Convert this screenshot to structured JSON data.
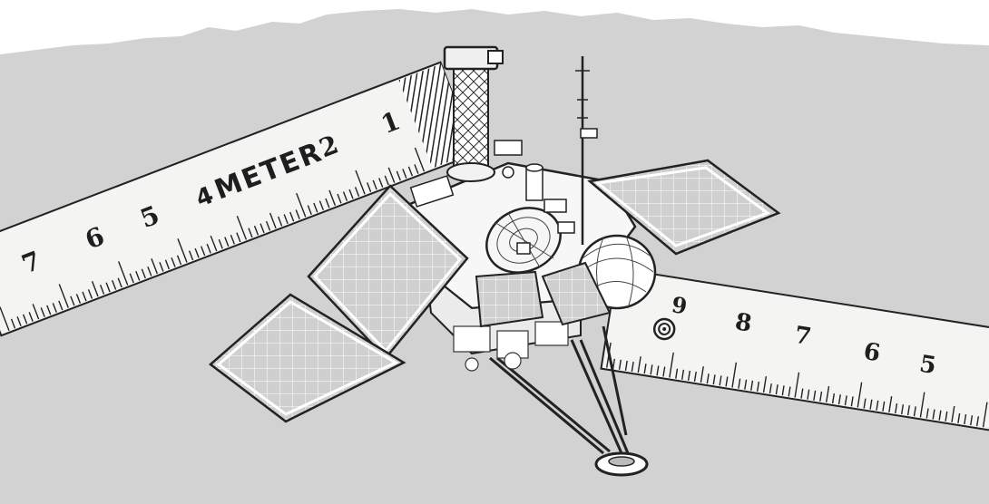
{
  "colors": {
    "page_background": "#ffffff",
    "paper": "#d2d2d2",
    "ruler": "#f4f4f2",
    "ink": "#1e1e1e",
    "panel": "#c8c8c8"
  },
  "ruler_left": {
    "unit_label": "METER",
    "label_prefix": "4",
    "numbers": [
      "1",
      "2",
      "5",
      "6",
      "7"
    ]
  },
  "ruler_right": {
    "numbers": [
      "9",
      "8",
      "7",
      "6",
      "5"
    ]
  }
}
